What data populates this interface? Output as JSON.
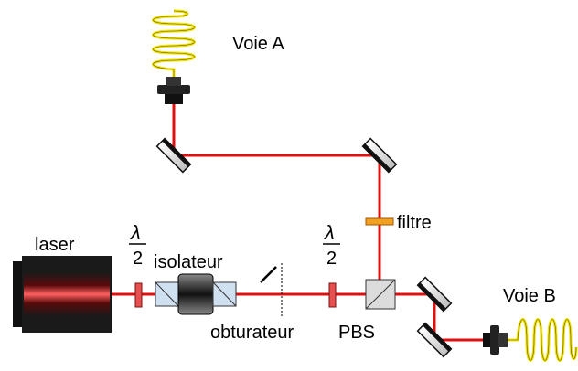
{
  "labels": {
    "voie_a": "Voie A",
    "voie_b": "Voie B",
    "laser": "laser",
    "isolateur": "isolateur",
    "obturateur": "obturateur",
    "pbs": "PBS",
    "filtre": "filtre",
    "lambda_symbol": "λ",
    "lambda_denominator": "2"
  },
  "colors": {
    "beam": "#e01010",
    "fiber": "#f0e000",
    "mirror_frame": "#111111",
    "mirror_face": "#e6e6e6",
    "laser_body": "#1a1a1a",
    "filter": "#f2a020",
    "waveplate": "#e85050"
  }
}
